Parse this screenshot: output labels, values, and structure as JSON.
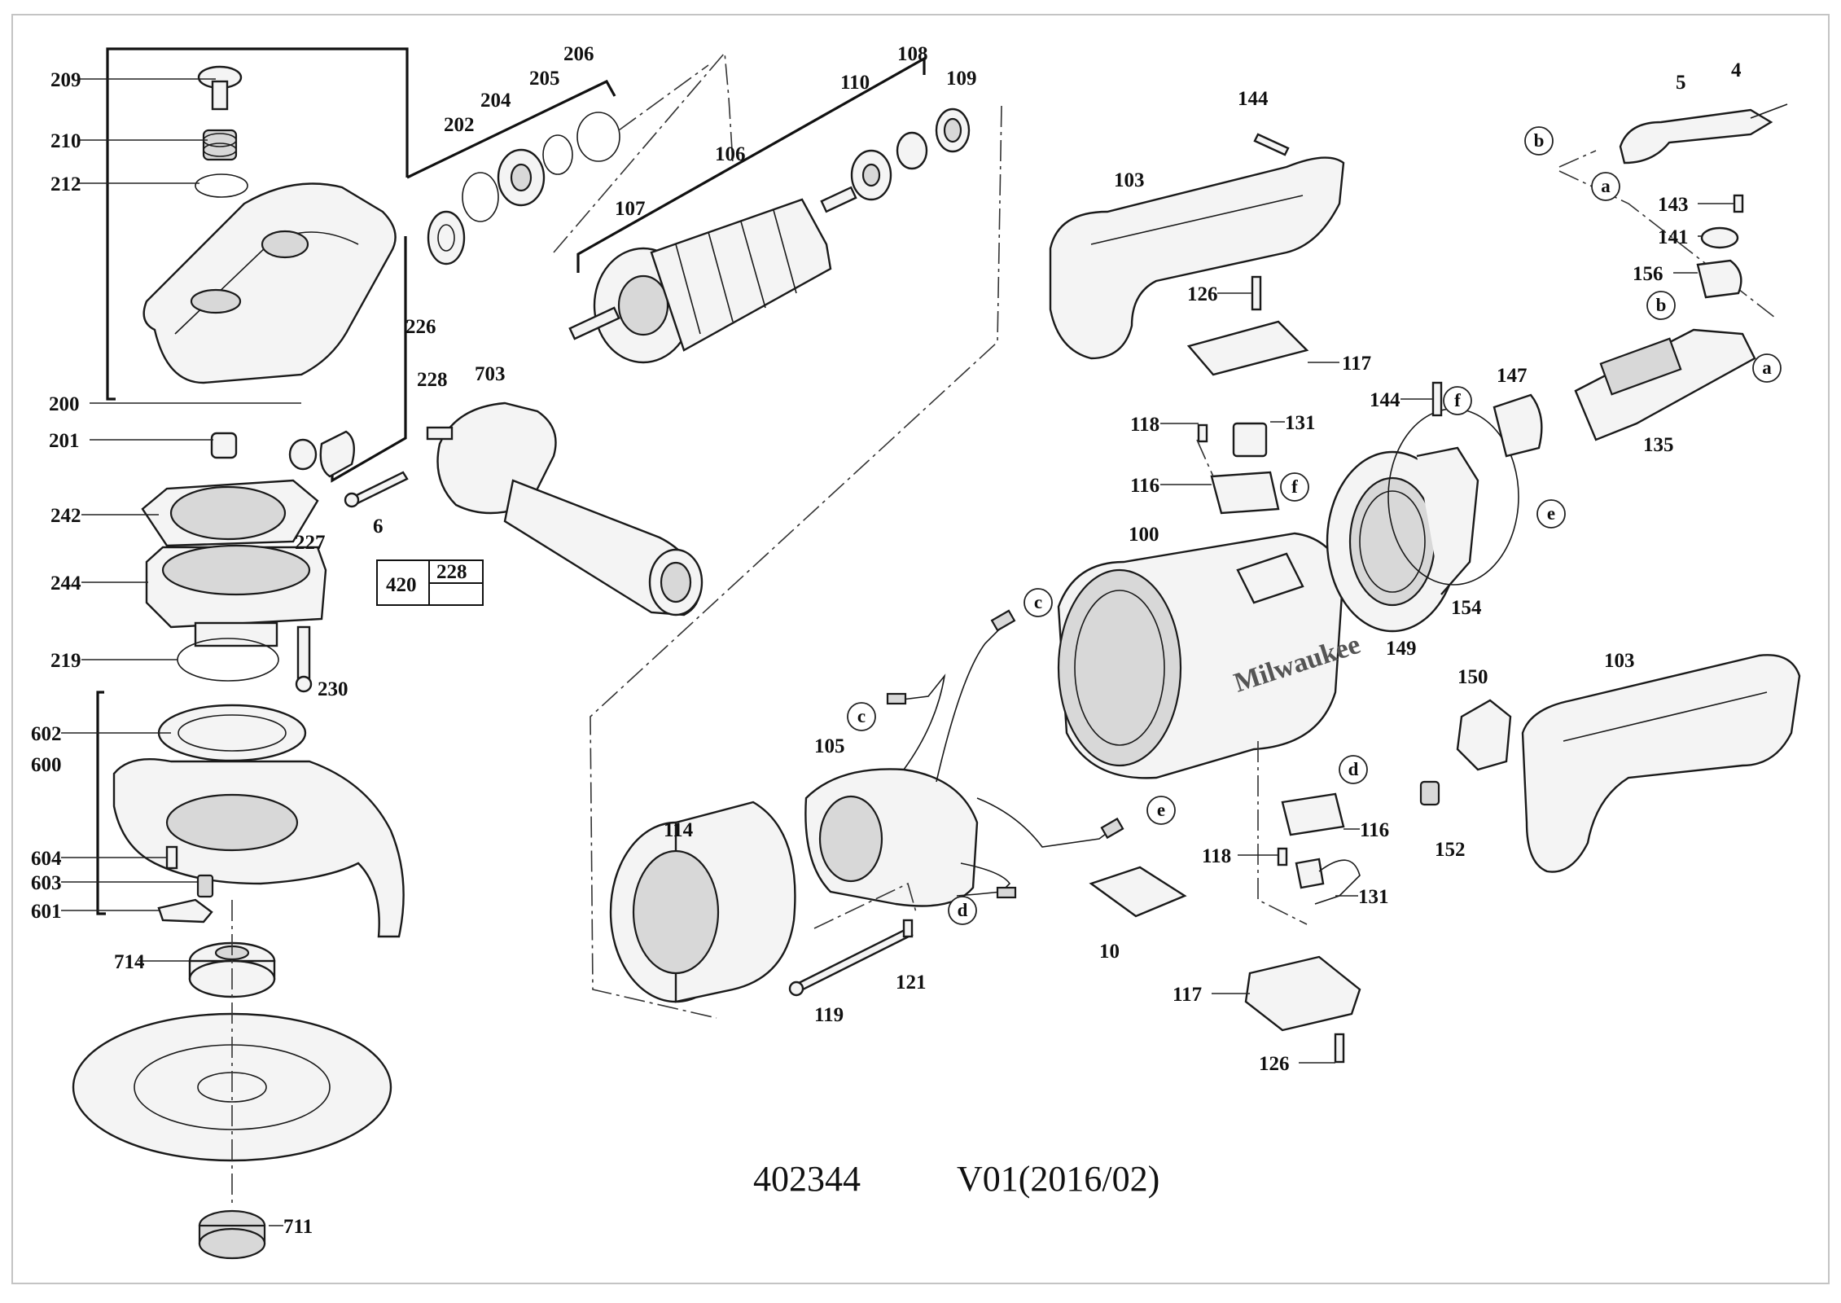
{
  "drawing": {
    "number": "402344",
    "version": "V01(2016/02)"
  },
  "parts": [
    "209",
    "210",
    "212",
    "200",
    "201",
    "206",
    "205",
    "204",
    "202",
    "226",
    "228",
    "703",
    "6",
    "227",
    "242",
    "244",
    "420",
    "228",
    "219",
    "230",
    "602",
    "600",
    "604",
    "603",
    "601",
    "714",
    "711",
    "107",
    "106",
    "110",
    "108",
    "109",
    "144",
    "103",
    "126",
    "117",
    "118",
    "131",
    "116",
    "100",
    "147",
    "144",
    "149",
    "154",
    "5",
    "4",
    "143",
    "141",
    "156",
    "135",
    "150",
    "103",
    "152",
    "105",
    "114",
    "121",
    "119",
    "10",
    "116",
    "118",
    "131",
    "117",
    "126"
  ],
  "letters": [
    "b",
    "a",
    "b",
    "a",
    "f",
    "e",
    "c",
    "f",
    "c",
    "e",
    "d",
    "d"
  ],
  "table": {
    "cells": [
      "420",
      "228",
      ""
    ]
  },
  "colors": {
    "line": "#1a1a1a",
    "fill": "#f4f4f4",
    "frame": "#bdbdbd"
  }
}
